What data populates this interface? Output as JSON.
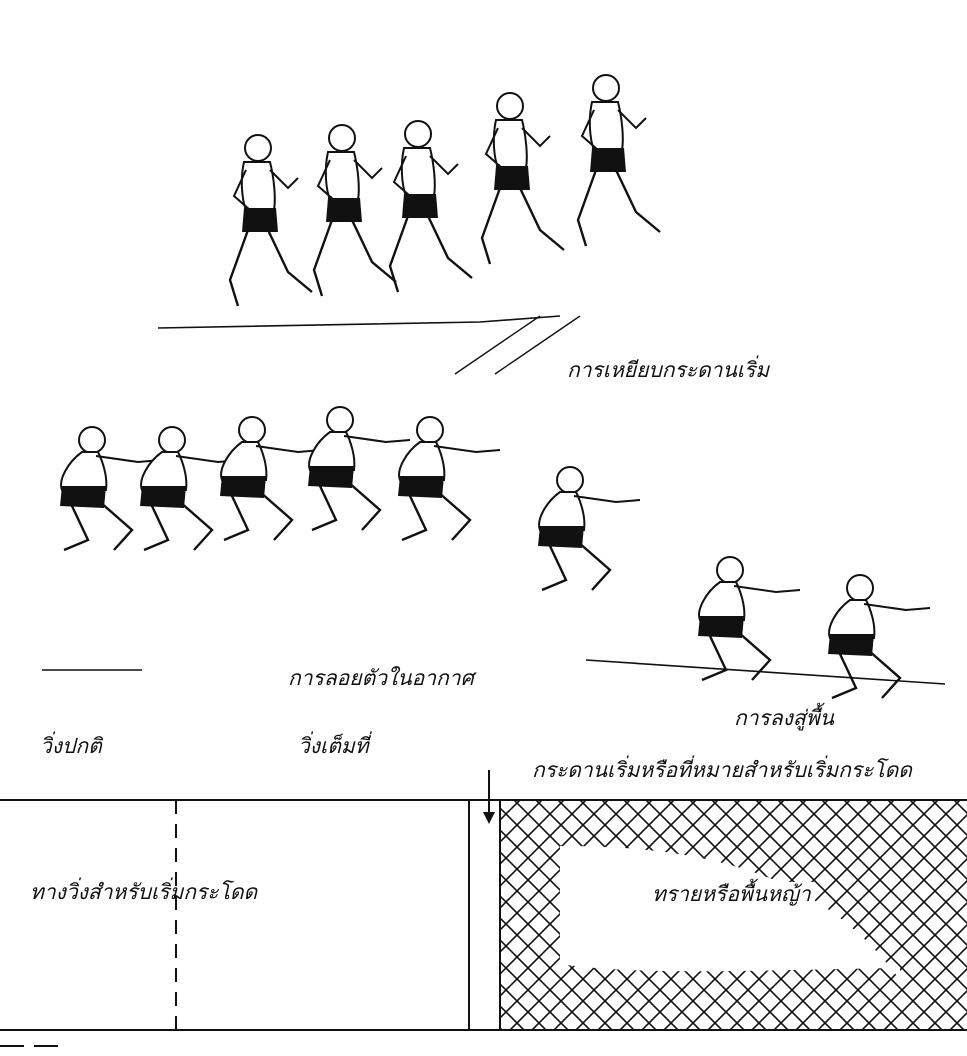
{
  "labels": {
    "takeoff": "การเหยียบกระดานเริ่ม",
    "flight": "การลอยตัวในอากาศ",
    "landing": "การลงสู่พื้น",
    "normal_run": "วิ่งปกติ",
    "full_speed": "วิ่งเต็มที่",
    "takeoff_board": "กระดานเริ่มหรือที่หมายสำหรับเริ่มกระโดด",
    "runway": "ทางวิ่งสำหรับเริ่มกระโดด",
    "landing_area": "ทรายหรือพื้นหญ้า"
  },
  "colors": {
    "ink": "#111111",
    "background": "#ffffff"
  }
}
